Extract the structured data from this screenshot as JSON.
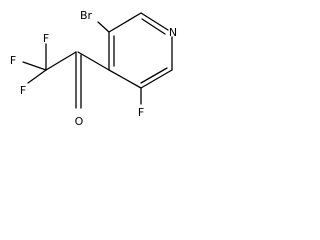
{
  "molecule": {
    "atoms": {
      "br": "Br",
      "n": "N",
      "f_ring": "F",
      "o": "O",
      "f_top": "F",
      "f_left": "F",
      "f_bottom": "F"
    }
  }
}
